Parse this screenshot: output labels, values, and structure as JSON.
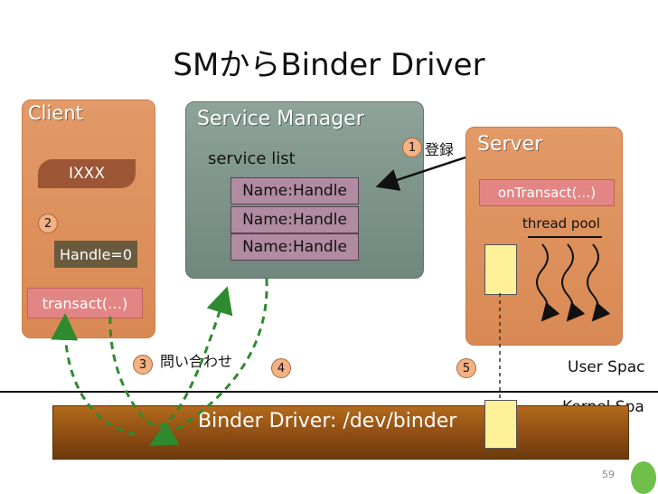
{
  "title": "SMからBinder Driver",
  "client": {
    "label": "Client",
    "ixxx": "IXXX",
    "handle": "Handle=0",
    "transact": "transact(…)"
  },
  "service_manager": {
    "label": "Service Manager",
    "sub": "service list",
    "entries": [
      "Name:Handle",
      "Name:Handle",
      "Name:Handle"
    ]
  },
  "server": {
    "label": "Server",
    "on_transact": "onTransact(…)",
    "thread_pool": "thread pool"
  },
  "steps": {
    "s1": "1",
    "s1_text": "登録",
    "s2": "2",
    "s3": "3",
    "s3_text": "問い合わせ",
    "s4": "4",
    "s5": "5"
  },
  "driver_label": "Binder Driver: /dev/binder",
  "user_space": "User Spac",
  "kernel_space": "Kernel Spa",
  "page_number": "59"
}
